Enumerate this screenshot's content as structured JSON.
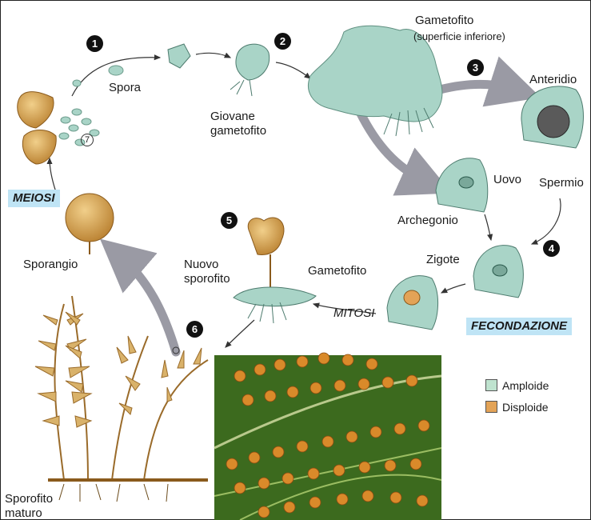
{
  "steps": [
    "1",
    "2",
    "3",
    "4",
    "5",
    "6"
  ],
  "labels": {
    "spora": "Spora",
    "spore_count": "7",
    "giovane_gametofito": [
      "Giovane",
      "gametofito"
    ],
    "gametofito_top": "Gametofito",
    "gametofito_sub": "(superficie inferiore)",
    "anteridio": "Anteridio",
    "uovo": "Uovo",
    "spermio": "Spermio",
    "archegonio": "Archegonio",
    "zigote": "Zigote",
    "nuovo_sporofito": [
      "Nuovo",
      "sporofito"
    ],
    "gametofito_small": "Gametofito",
    "mitosi": "MITOSI",
    "fecondazione": "FECONDAZIONE",
    "meiosi": "MEIOSI",
    "sporangio": "Sporangio",
    "sporofito_maturo": [
      "Sporofito",
      "maturo"
    ]
  },
  "legend": [
    {
      "label": "Amploide",
      "color": "#bfe3cf"
    },
    {
      "label": "Disploide",
      "color": "#e3a357"
    }
  ],
  "colors": {
    "haploid_green": "#a9d4c7",
    "diploid_tan": "#d9a85a",
    "arrow_grey": "#9a9aa4",
    "tag_blue": "#bfe4f5"
  }
}
